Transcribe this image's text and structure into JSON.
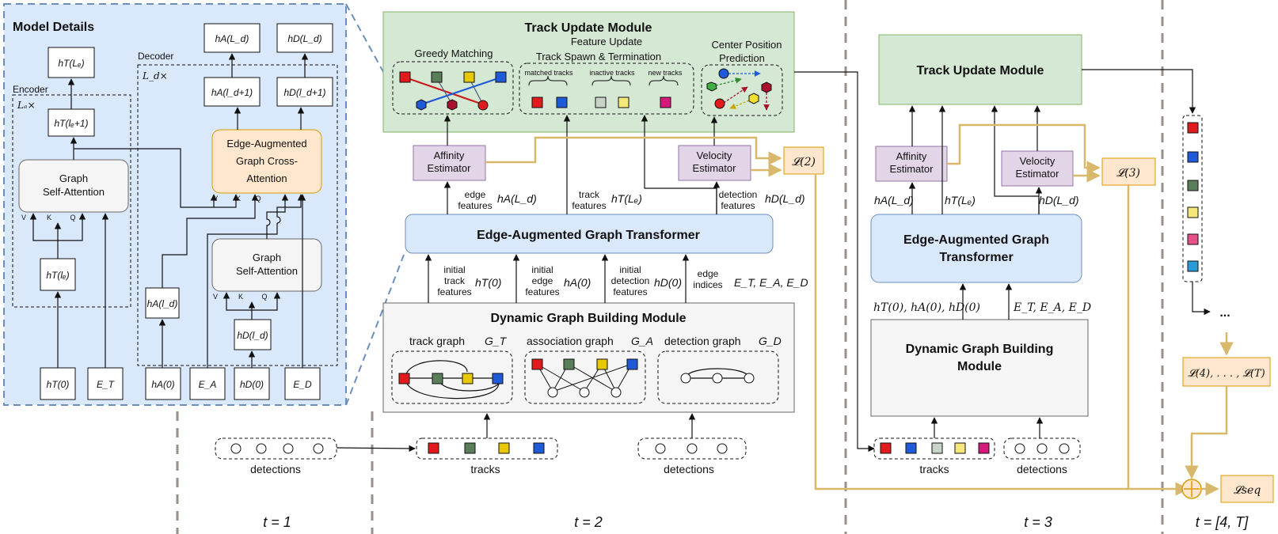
{
  "model_details": {
    "title": "Model Details",
    "encoder_label": "Encoder",
    "decoder_label": "Decoder",
    "encoder_repeat": "Lₑ×",
    "decoder_repeat": "L_d×",
    "self_attention_1": "Graph\nSelf-Attention",
    "self_attention_2": "Graph\nSelf-Attention",
    "cross_attention": "Edge-Augmented\nGraph Cross-\nAttention",
    "vkq": [
      "V",
      "K",
      "Q"
    ],
    "nodes": {
      "hT_Le": "hT(Lₑ)",
      "hT_le1": "hT(lₑ+1)",
      "hT_le": "hT(lₑ)",
      "hA_Ld": "hA(L_d)",
      "hD_Ld": "hD(L_d)",
      "hA_ld1": "hA(l_d+1)",
      "hD_ld1": "hD(l_d+1)",
      "hA_ld": "hA(l_d)",
      "hD_ld": "hD(l_d)"
    },
    "inputs": [
      "hT(0)",
      "E_T",
      "hA(0)",
      "E_A",
      "hD(0)",
      "E_D"
    ]
  },
  "t2": {
    "track_update_title": "Track Update Module",
    "greedy_matching": "Greedy Matching",
    "feature_update": "Feature Update",
    "track_spawn": "Track Spawn & Termination",
    "matched_tracks": "matched tracks",
    "inactive_tracks": "inactive tracks",
    "new_tracks": "new tracks",
    "center_position": "Center Position",
    "prediction": "Prediction",
    "affinity": "Affinity\nEstimator",
    "velocity": "Velocity\nEstimator",
    "loss": "𝓛(2)",
    "edge_features": "edge\nfeatures",
    "track_features": "track\nfeatures",
    "detection_features": "detection\nfeatures",
    "hA_Ld": "hA(L_d)",
    "hT_Le": "hT(Lₑ)",
    "hD_Ld": "hD(L_d)",
    "egt": "Edge-Augmented Graph Transformer",
    "initial_track_features": "initial\ntrack\nfeatures",
    "initial_edge_features": "initial\nedge\nfeatures",
    "initial_detection_features": "initial\ndetection\nfeatures",
    "edge_indices": "edge\nindices",
    "hT0": "hT(0)",
    "hA0": "hA(0)",
    "hD0": "hD(0)",
    "edge_sets": "E_T, E_A, E_D",
    "dgb_title": "Dynamic Graph Building Module",
    "track_graph": "track graph",
    "association_graph": "association graph",
    "detection_graph": "detection graph",
    "G_T": "G_T",
    "G_A": "G_A",
    "G_D": "G_D",
    "tracks": "tracks",
    "detections": "detections"
  },
  "t1": {
    "detections": "detections"
  },
  "t3": {
    "track_update_title": "Track Update Module",
    "affinity": "Affinity\nEstimator",
    "velocity": "Velocity\nEstimator",
    "loss": "𝓛(3)",
    "hA_Ld": "hA(L_d)",
    "hT_Le": "hT(Lₑ)",
    "hD_Ld": "hD(L_d)",
    "egt": "Edge-Augmented Graph\nTransformer",
    "inputs_left": "hT(0), hA(0), hD(0)",
    "inputs_right": "E_T, E_A, E_D",
    "dgb": "Dynamic Graph Building\nModule",
    "tracks": "tracks",
    "detections": "detections"
  },
  "t4": {
    "dots": "...",
    "loss_range": "𝓛(4), . . . , 𝓛(T)",
    "loss_seq": "𝓛seq"
  },
  "timesteps": [
    "t = 1",
    "t = 2",
    "t = 3",
    "t = [4, T]"
  ],
  "colors": {
    "red": "#e31a1c",
    "blue": "#1f5bd8",
    "green": "#5a7d5a",
    "yellow": "#e8c800",
    "magenta": "#d6187a",
    "cyan": "#2a9bd8",
    "darkred": "#a8102c",
    "gold": "#d8b86a",
    "panel_blue": "#dae8fc",
    "panel_green": "#d5e8d4",
    "purple_fill": "#e1d5e7",
    "orange_fill": "#ffe6cc",
    "gray_fill": "#f5f5f5"
  }
}
